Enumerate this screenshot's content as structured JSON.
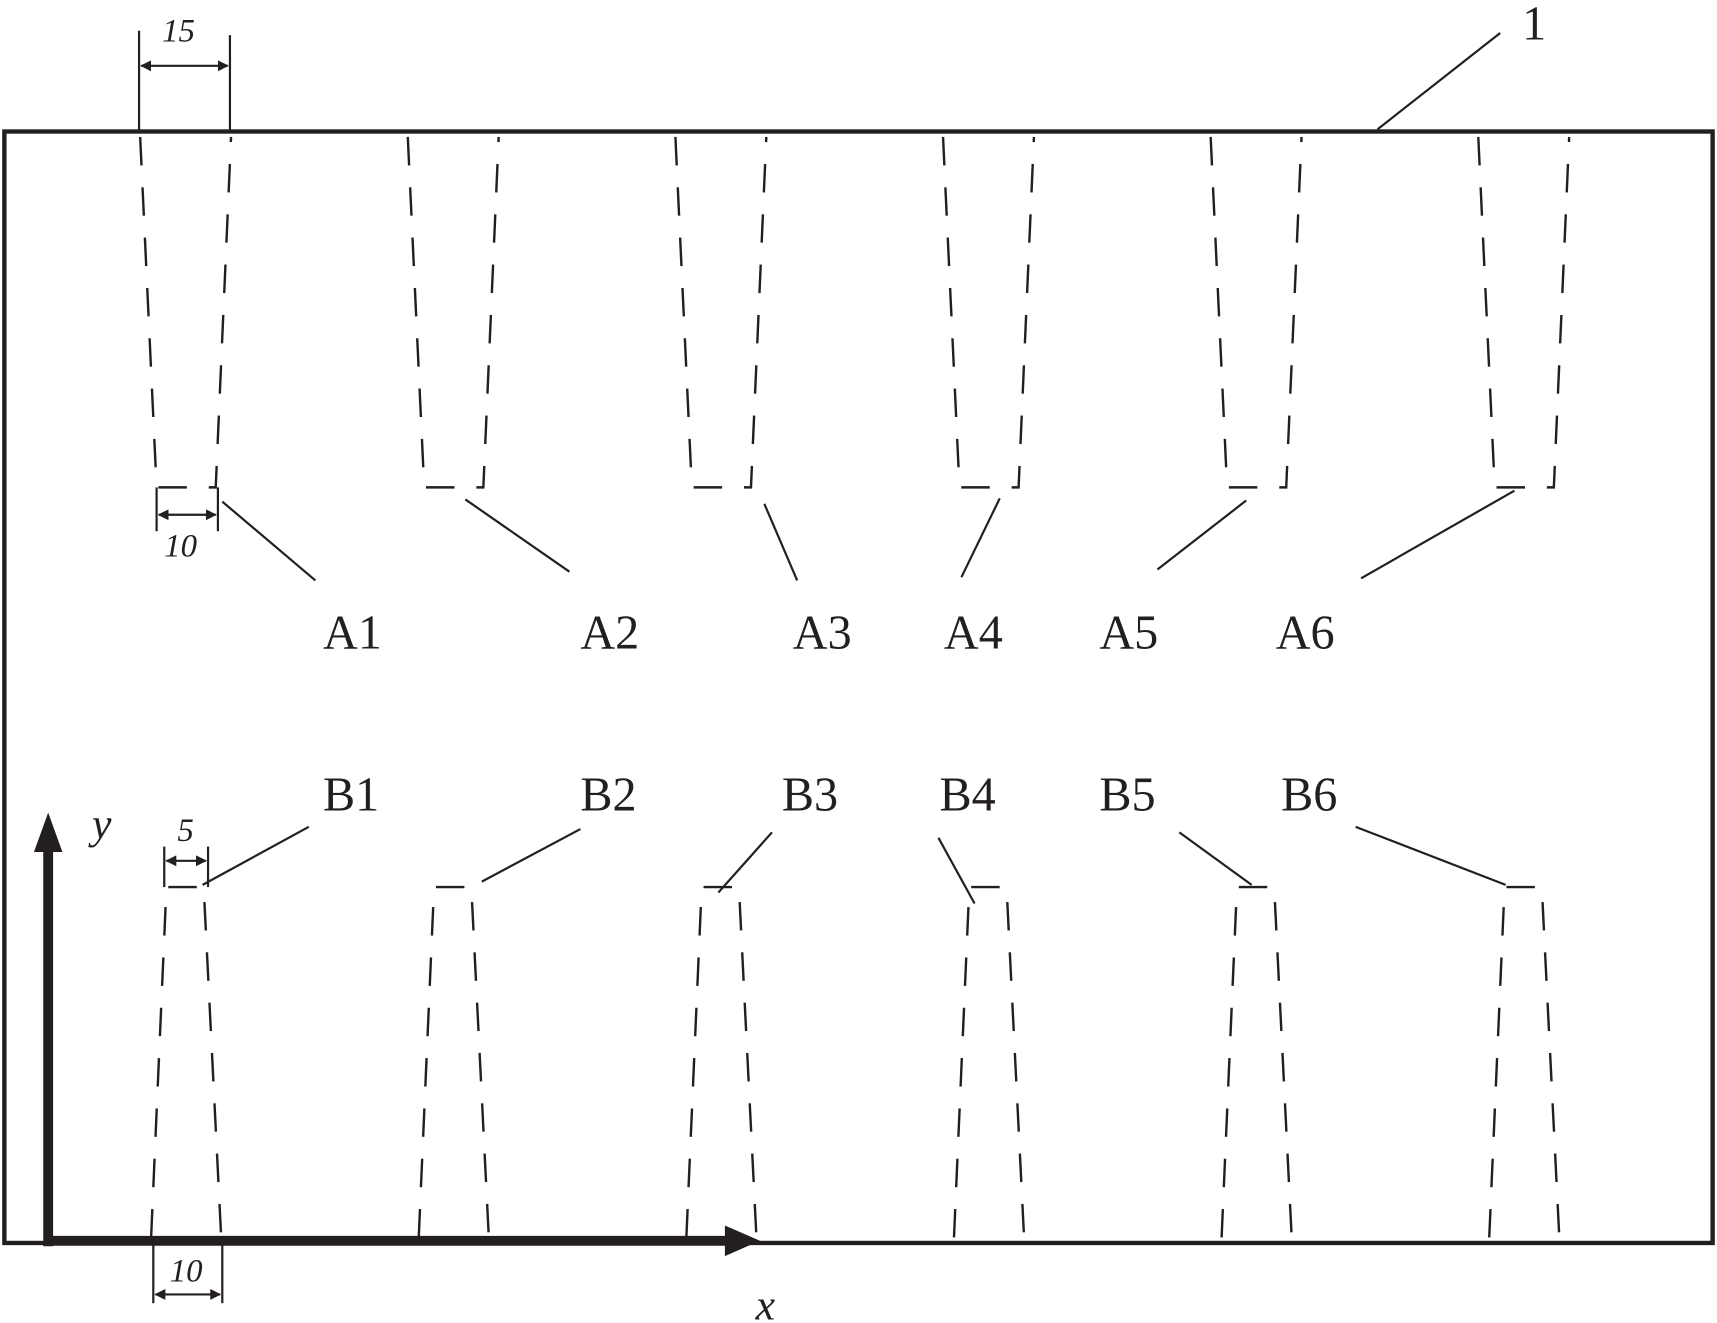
{
  "part_label": "1",
  "top_labels": [
    "A1",
    "A2",
    "A3",
    "A4",
    "A5",
    "A6"
  ],
  "bottom_labels": [
    "B1",
    "B2",
    "B3",
    "B4",
    "B5",
    "B6"
  ],
  "dimensions": {
    "top_width": "15",
    "a_bottom_width": "10",
    "b_top_width": "5",
    "b_bottom_width": "10"
  },
  "axes": {
    "x": "x",
    "y": "y"
  },
  "colors": {
    "ink": "#231f20",
    "background": "#ffffff"
  }
}
